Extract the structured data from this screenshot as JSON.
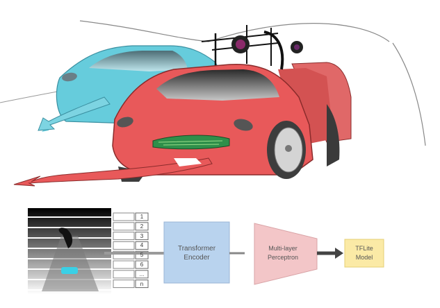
{
  "diagram": {
    "sequence_indices": [
      "1",
      "2",
      "3",
      "4",
      "5",
      "6",
      "...",
      "n"
    ],
    "blocks": {
      "encoder": "Transformer Encoder",
      "mlp": "Multi-layer Perceptron",
      "tflite": "TFLite Model"
    },
    "colors": {
      "encoder_fill": "#b9d3ee",
      "mlp_fill": "#f3c6c8",
      "tflite_fill": "#fbeaa6",
      "red_car": "#e8595a",
      "blue_car": "#66ccdc"
    }
  }
}
